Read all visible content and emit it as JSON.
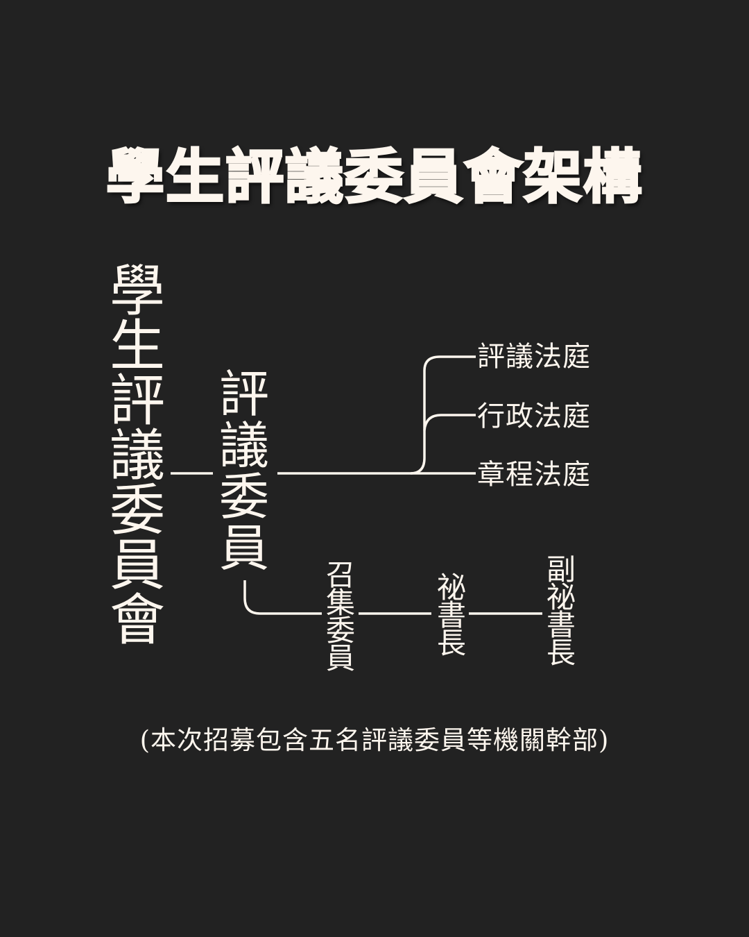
{
  "title": "學生評議委員會架構",
  "colors": {
    "background": "#222222",
    "text": "#fdf6ee",
    "lines": "#fdf6ee"
  },
  "root": {
    "label": "學生評議委員會",
    "chars": [
      "學",
      "生",
      "評",
      "議",
      "委",
      "員",
      "會"
    ]
  },
  "member": {
    "label": "評議委員",
    "chars": [
      "評",
      "議",
      "委",
      "員"
    ]
  },
  "courts": [
    {
      "label": "評議法庭"
    },
    {
      "label": "行政法庭"
    },
    {
      "label": "章程法庭"
    }
  ],
  "officers": [
    {
      "label": "召集委員",
      "chars": [
        "召",
        "集",
        "委",
        "員"
      ]
    },
    {
      "label": "祕書長",
      "chars": [
        "祕",
        "書",
        "長"
      ]
    },
    {
      "label": "副祕書長",
      "chars": [
        "副",
        "祕",
        "書",
        "長"
      ]
    }
  ],
  "note": "(本次招募包含五名評議委員等機關幹部)"
}
